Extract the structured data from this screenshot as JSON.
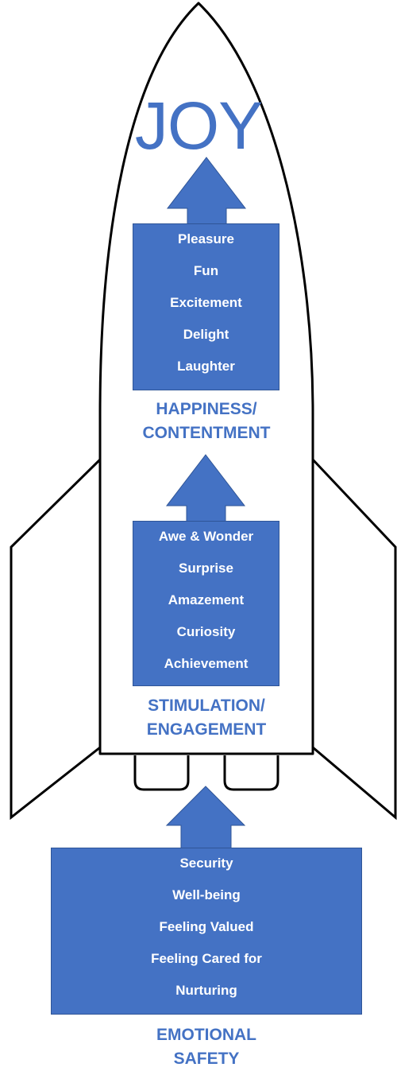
{
  "title": "JOY",
  "levels": {
    "happiness": {
      "label_line1": "HAPPINESS/",
      "label_line2": "CONTENTMENT",
      "items": [
        "Pleasure",
        "Fun",
        "Excitement",
        "Delight",
        "Laughter"
      ]
    },
    "stimulation": {
      "label_line1": "STIMULATION/",
      "label_line2": "ENGAGEMENT",
      "items": [
        "Awe & Wonder",
        "Surprise",
        "Amazement",
        "Curiosity",
        "Achievement"
      ]
    },
    "safety": {
      "label_line1": "EMOTIONAL",
      "label_line2": "SAFETY",
      "items": [
        "Security",
        "Well-being",
        "Feeling Valued",
        "Feeling Cared for",
        "Nurturing"
      ]
    }
  },
  "colors": {
    "accent": "#4472c4",
    "box_text": "#ffffff",
    "outline": "#000000"
  },
  "icons": [
    "rocket-outline",
    "up-arrow"
  ]
}
